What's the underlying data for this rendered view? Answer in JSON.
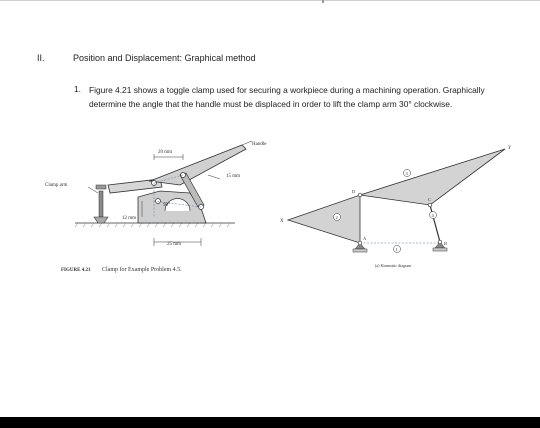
{
  "section": {
    "number": "II.",
    "title": "Position and Displacement: Graphical method"
  },
  "problem": {
    "number": "1.",
    "text": "Figure 4.21 shows a toggle clamp used for securing a workpiece during a machining operation. Graphically determine the angle that the handle must be displaced in order to lift the clamp arm 30° clockwise."
  },
  "figure": {
    "labels": {
      "clamp_arm": "Clamp arm",
      "dim_20": "20 mm",
      "handle": "Handle",
      "dim_15": "15 mm",
      "angle_90": "90°",
      "dim_12": "12 mm",
      "dim_25": "25 mm",
      "caption_prefix": "FIGURE 4.21",
      "caption_text": "Clamp for Example Problem 4.5.",
      "kin_caption": "(a) Kinematic diagram",
      "pt_x": "X",
      "pt_y": "Y",
      "pt_a": "A",
      "pt_b": "B",
      "pt_c": "C",
      "pt_d": "D",
      "link_1": "1",
      "link_2": "2",
      "link_3": "3",
      "link_4": "4"
    }
  },
  "colors": {
    "link_fill": "#c8c8c8",
    "stroke": "#333333",
    "hatch": "#999999"
  }
}
